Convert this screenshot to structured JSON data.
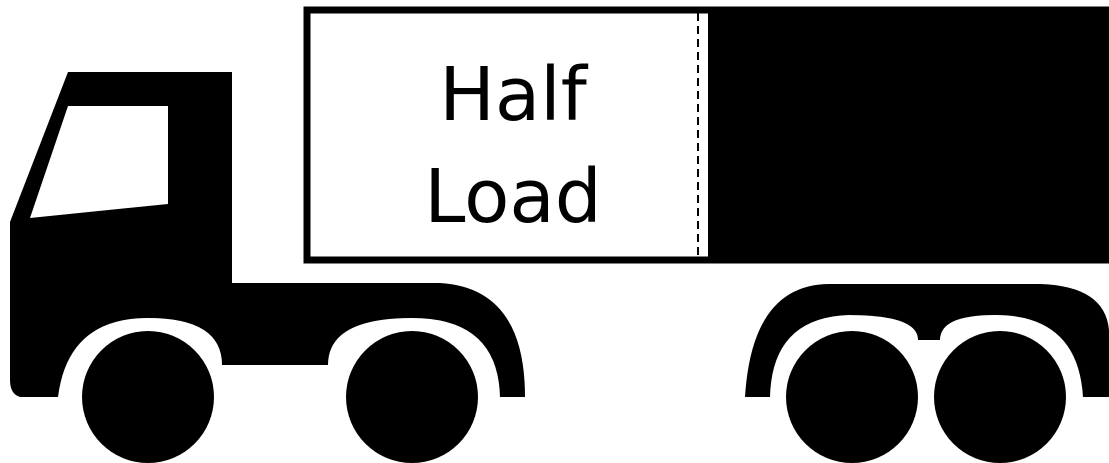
{
  "cargo_label": {
    "line1": "Half",
    "line2": "Load"
  },
  "load_fraction": 0.5,
  "colors": {
    "fill": "#000000",
    "background": "#ffffff"
  },
  "icons": [
    "truck-icon",
    "trailer-icon",
    "wheel-icon"
  ]
}
